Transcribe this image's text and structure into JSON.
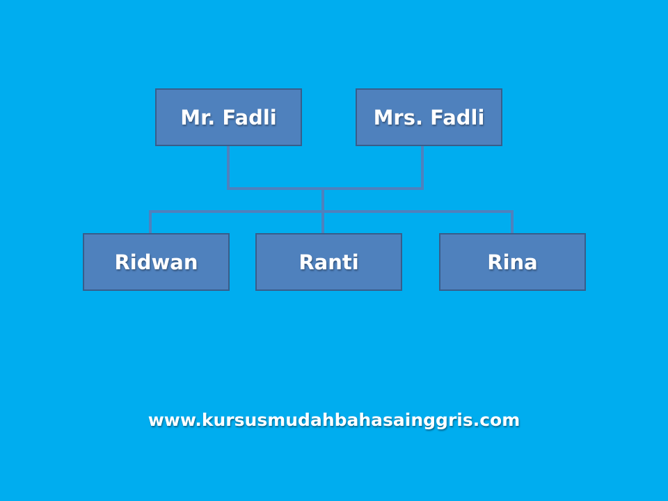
{
  "diagram": {
    "parents": [
      {
        "label": "Mr. Fadli"
      },
      {
        "label": "Mrs. Fadli"
      }
    ],
    "children": [
      {
        "label": "Ridwan"
      },
      {
        "label": "Ranti"
      },
      {
        "label": "Rina"
      }
    ]
  },
  "footer": {
    "website": "www.kursusmudahbahasainggris.com"
  },
  "colors": {
    "background": "#00adef",
    "box_fill": "#4f81bd",
    "box_border": "#385d8a",
    "connector": "#4f81bd",
    "text": "#ffffff"
  }
}
